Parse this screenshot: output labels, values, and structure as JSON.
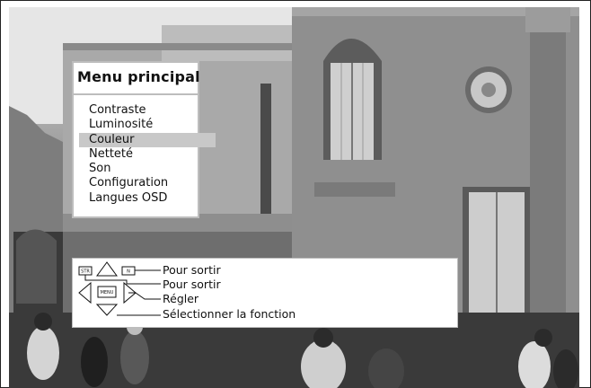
{
  "osd": {
    "title": "Menu principal",
    "items": [
      {
        "label": "Contraste",
        "selected": false
      },
      {
        "label": "Luminosité",
        "selected": false
      },
      {
        "label": "Couleur",
        "selected": true
      },
      {
        "label": "Netteté",
        "selected": false
      },
      {
        "label": "Son",
        "selected": false
      },
      {
        "label": "Configuration",
        "selected": false
      },
      {
        "label": "Langues OSD",
        "selected": false
      }
    ]
  },
  "help": {
    "keys": {
      "str": "STR",
      "n": "N",
      "menu": "MENU"
    },
    "lines": [
      "Pour sortir",
      "Pour sortir",
      "Régler",
      "Sélectionner la fonction"
    ]
  }
}
